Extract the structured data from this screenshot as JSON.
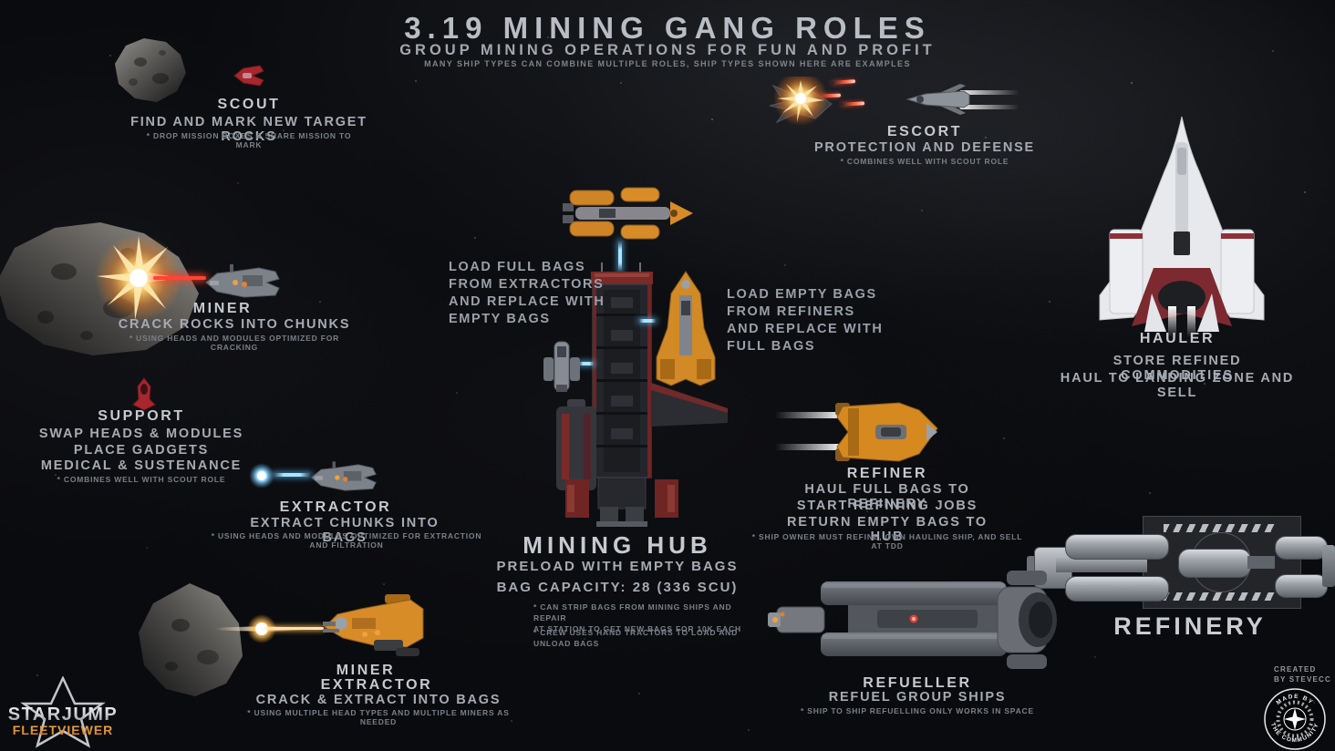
{
  "header": {
    "title": "3.19 MINING GANG ROLES",
    "subtitle": "GROUP MINING OPERATIONS FOR FUN AND PROFIT",
    "note": "MANY SHIP TYPES CAN COMBINE MULTIPLE ROLES, SHIP TYPES SHOWN HERE ARE EXAMPLES"
  },
  "roles": {
    "scout": {
      "name": "SCOUT",
      "desc": "FIND AND MARK NEW TARGET ROCKS",
      "note": "* DROP MISSION BOXES & SHARE MISSION TO MARK"
    },
    "escort": {
      "name": "ESCORT",
      "desc": "PROTECTION AND DEFENSE",
      "note": "* COMBINES WELL WITH SCOUT ROLE"
    },
    "miner": {
      "name": "MINER",
      "desc": "CRACK ROCKS INTO CHUNKS",
      "note": "* USING HEADS AND MODULES OPTIMIZED FOR CRACKING"
    },
    "support": {
      "name": "SUPPORT",
      "desc1": "SWAP HEADS & MODULES",
      "desc2": "PLACE GADGETS",
      "desc3": "MEDICAL & SUSTENANCE",
      "note": "* COMBINES WELL WITH SCOUT ROLE"
    },
    "extractor": {
      "name": "EXTRACTOR",
      "desc": "EXTRACT CHUNKS INTO BAGS",
      "note": "* USING HEADS AND MODULES OPTIMIZED FOR EXTRACTION AND FILTRATION"
    },
    "hauler": {
      "name": "HAULER",
      "desc1": "STORE REFINED COMMODITIES",
      "desc2": "HAUL TO LANDING ZONE AND SELL"
    },
    "refiner": {
      "name": "REFINER",
      "desc1": "HAUL FULL BAGS TO REFINERY",
      "desc2": "START REFINING JOBS",
      "desc3": "RETURN EMPTY BAGS TO HUB",
      "note": "* SHIP OWNER MUST REFINE, OWN HAULING SHIP, AND SELL AT TDD"
    },
    "miner_extractor": {
      "name_line1": "MINER",
      "name_line2": "EXTRACTOR",
      "desc": "CRACK & EXTRACT INTO BAGS",
      "note": "* USING MULTIPLE HEAD TYPES AND MULTIPLE MINERS AS NEEDED"
    },
    "refueller": {
      "name": "REFUELLER",
      "desc": "REFUEL GROUP SHIPS",
      "note": "* SHIP TO SHIP REFUELLING ONLY WORKS IN SPACE"
    },
    "refinery": {
      "name": "REFINERY"
    }
  },
  "hub": {
    "name": "MINING HUB",
    "desc1": "PRELOAD WITH EMPTY BAGS",
    "desc2": "BAG CAPACITY: 28 (336 SCU)",
    "note1": "* CAN STRIP BAGS FROM MINING SHIPS AND REPAIR\nAT STATION TO GET NEW BAGS FOR 10K EACH",
    "note2": "* CREW USES HAND TRACTORS TO LOAD AND\nUNLOAD BAGS",
    "label_left": "LOAD FULL BAGS\nFROM EXTRACTORS\nAND REPLACE WITH\nEMPTY BAGS",
    "label_right": "LOAD EMPTY BAGS\nFROM REFINERS\nAND REPLACE WITH\nFULL BAGS"
  },
  "footer": {
    "logo_line1": "STARJUMP",
    "logo_line2": "FLEETVIEWER",
    "credit_line1": "CREATED",
    "credit_line2": "BY STEVECC",
    "badge_top": "MADE BY",
    "badge_bottom": "THE COMMUNITY"
  },
  "colors": {
    "background": "#0a0b0e",
    "heading_text": "#c6cad0",
    "body_text": "#a6abb3",
    "note_text": "#7a8088",
    "orange_ship": "#d78c28",
    "red_ship": "#a8262e",
    "tractor_beam": "#a8e6ff",
    "mining_laser": "#ff4434",
    "logo_orange": "#e08a2a"
  }
}
